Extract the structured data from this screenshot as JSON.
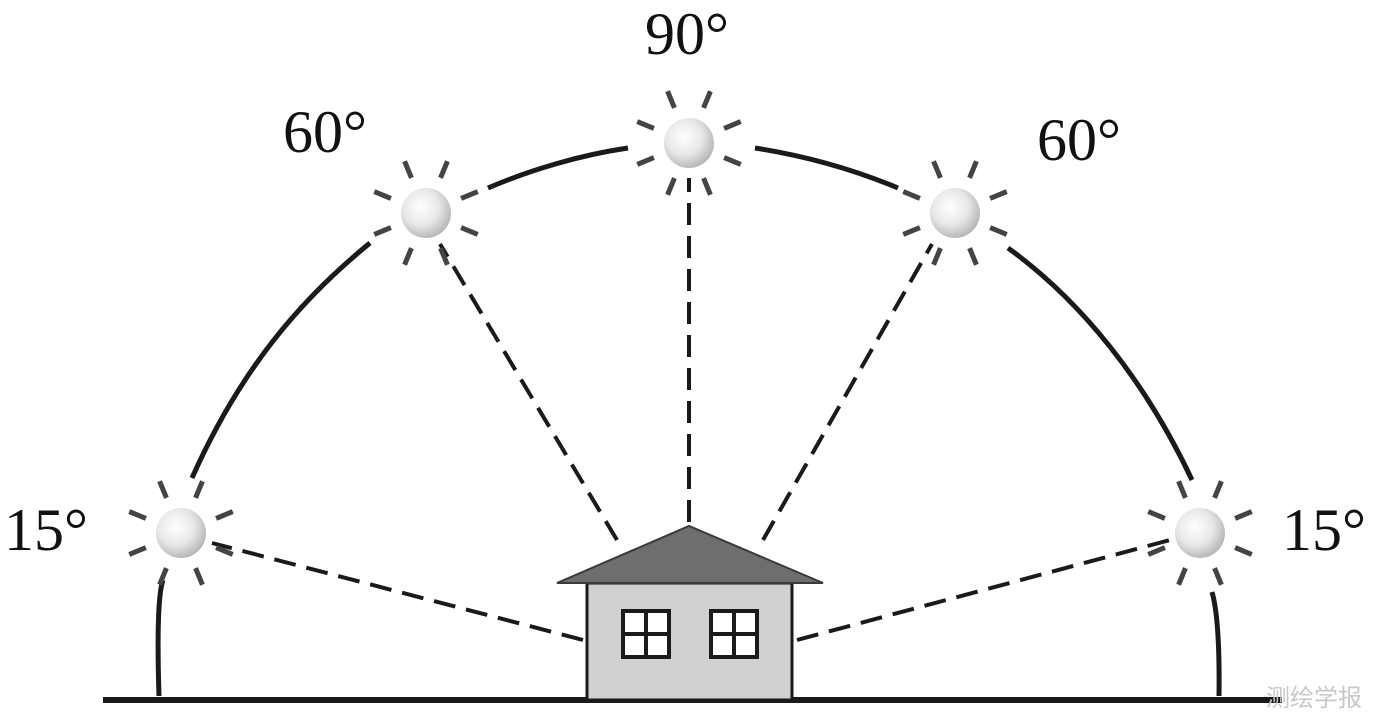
{
  "suns": [
    {
      "id": "left-low",
      "angle_label": "15°"
    },
    {
      "id": "left-high",
      "angle_label": "60°"
    },
    {
      "id": "top",
      "angle_label": "90°"
    },
    {
      "id": "right-high",
      "angle_label": "60°"
    },
    {
      "id": "right-low",
      "angle_label": "15°"
    }
  ],
  "watermark": "测绘学报",
  "colors": {
    "line": "#1a1a1a",
    "sun_core": "#e6e6e6",
    "sun_ray": "#444444",
    "roof": "#6e6e6e",
    "wall": "#d0d0d0",
    "ground": "#1a1a1a"
  }
}
